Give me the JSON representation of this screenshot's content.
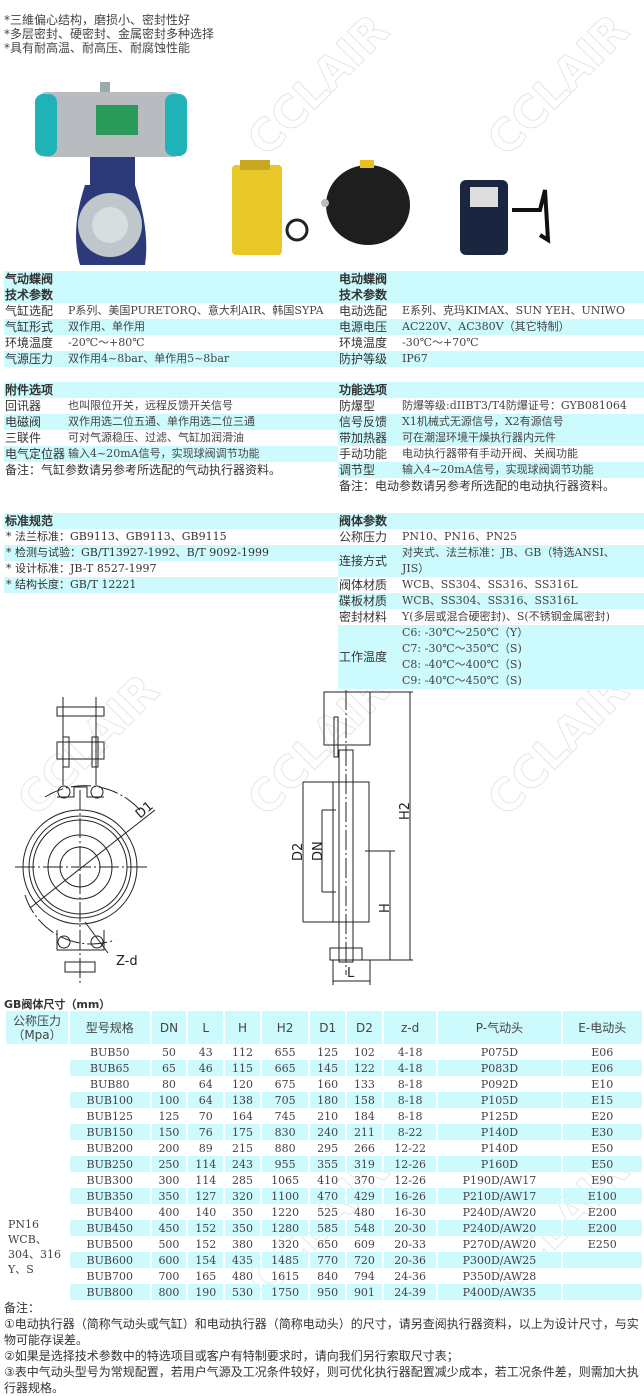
{
  "features": [
    "*三維偏心结构，磨损小、密封性好",
    "*多层密封、硬密封、金属密封多种选择",
    "*具有耐高温、耐高压、耐腐蚀性能"
  ],
  "watermark": "CCLAIR",
  "pneumatic": {
    "title": "气动蝶阀",
    "subtitle": "技术参数",
    "rows": [
      {
        "k": "气缸选配",
        "v": "P系列、美国PURETORQ、意大利AIR、韩国SYPA"
      },
      {
        "k": "气缸形式",
        "v": "双作用、单作用"
      },
      {
        "k": "环境温度",
        "v": "-20℃～+80℃"
      },
      {
        "k": "气源压力",
        "v": "双作用4~8bar、单作用5~8bar"
      }
    ]
  },
  "electric": {
    "title": "电动蝶阀",
    "subtitle": "技术参数",
    "rows": [
      {
        "k": "电动选配",
        "v": "E系列、克玛KIMAX、SUN YEH、UNIWO"
      },
      {
        "k": "电源电压",
        "v": "AC220V、AC380V（其它特制）"
      },
      {
        "k": "环境温度",
        "v": "-30℃～+70℃"
      },
      {
        "k": "防护等级",
        "v": "IP67"
      }
    ]
  },
  "accessories": {
    "title": "附件选项",
    "rows": [
      {
        "k": "回讯器",
        "v": "也叫限位开关，远程反馈开关信号"
      },
      {
        "k": "电磁阀",
        "v": "双作用选二位五通、单作用选二位三通"
      },
      {
        "k": "三联件",
        "v": "可对气源稳压、过滤、气缸加润滑油"
      },
      {
        "k": "电气定位器",
        "v": "输入4~20mA信号，实现球阀调节功能"
      }
    ],
    "note": "备注：气缸参数请另参考所选配的气动执行器资料。"
  },
  "functions": {
    "title": "功能选项",
    "rows": [
      {
        "k": "防爆型",
        "v": "防爆等级:dIIBT3/T4防爆证号：GYB081064"
      },
      {
        "k": "信号反馈",
        "v": "X1机械式无源信号，X2有源信号"
      },
      {
        "k": "带加热器",
        "v": "可在潮湿环境干燥执行器内元件"
      },
      {
        "k": "手动功能",
        "v": "电动执行器带有手动开阀、关阀功能"
      },
      {
        "k": "调节型",
        "v": "输入4~20mA信号，实现球阀调节功能"
      }
    ],
    "note": "备注：电动参数请另参考所选配的电动执行器资料。"
  },
  "standards": {
    "title": "标准规范",
    "items": [
      "* 法兰标准：GB9113、GB9113、GB9115",
      "* 检测与试验：GB/T13927-1992、B/T 9092-1999",
      "* 设计标准：JB-T 8527-1997",
      "* 结构长度：GB/T 12221"
    ]
  },
  "body_params": {
    "title": "阀体参数",
    "rows": [
      {
        "k": "公称压力",
        "v": [
          "PN10、PN16、PN25"
        ]
      },
      {
        "k": "连接方式",
        "v": [
          "对夹式、法兰标准：JB、GB（特选ANSI、",
          "JIS）"
        ]
      },
      {
        "k": "阀体材质",
        "v": [
          "WCB、SS304、SS316、SS316L"
        ]
      },
      {
        "k": "碟板材质",
        "v": [
          "WCB、SS304、SS316、SS316L"
        ]
      },
      {
        "k": "密封材料",
        "v": [
          "Y(多层或混合硬密封)、S(不锈钢金属密封)"
        ]
      },
      {
        "k": "工作温度",
        "v": [
          "C6: -30℃～250℃（Y）",
          "C7: -30℃～350℃（S)",
          "C8: -40℃～400℃（S)",
          "C9: -40℃～450℃（S)"
        ]
      }
    ]
  },
  "drawing_labels": {
    "d1": "D1",
    "zd": "Z-d",
    "d2": "D2",
    "dn": "DN",
    "h": "H",
    "h2": "H2",
    "l": "L"
  },
  "dimensions": {
    "title": "GB阀体尺寸（mm）",
    "headers": [
      "公称压力（Mpa）",
      "型号规格",
      "DN",
      "L",
      "H",
      "H2",
      "D1",
      "D2",
      "z-d",
      "P-气动头",
      "E-电动头"
    ],
    "pressure_lines": [
      "PN16",
      "WCB、",
      "304、316",
      "Y、S"
    ],
    "rows": [
      [
        "BUB50",
        "50",
        "43",
        "112",
        "655",
        "125",
        "102",
        "4-18",
        "P075D",
        "E06"
      ],
      [
        "BUB65",
        "65",
        "46",
        "115",
        "665",
        "145",
        "122",
        "4-18",
        "P083D",
        "E06"
      ],
      [
        "BUB80",
        "80",
        "64",
        "120",
        "675",
        "160",
        "133",
        "8-18",
        "P092D",
        "E10"
      ],
      [
        "BUB100",
        "100",
        "64",
        "138",
        "705",
        "180",
        "158",
        "8-18",
        "P105D",
        "E15"
      ],
      [
        "BUB125",
        "125",
        "70",
        "164",
        "745",
        "210",
        "184",
        "8-18",
        "P125D",
        "E20"
      ],
      [
        "BUB150",
        "150",
        "76",
        "175",
        "830",
        "240",
        "211",
        "8-22",
        "P140D",
        "E30"
      ],
      [
        "BUB200",
        "200",
        "89",
        "215",
        "880",
        "295",
        "266",
        "12-22",
        "P140D",
        "E50"
      ],
      [
        "BUB250",
        "250",
        "114",
        "243",
        "955",
        "355",
        "319",
        "12-26",
        "P160D",
        "E50"
      ],
      [
        "BUB300",
        "300",
        "114",
        "285",
        "1065",
        "410",
        "370",
        "12-26",
        "P190D/AW17",
        "E90"
      ],
      [
        "BUB350",
        "350",
        "127",
        "320",
        "1100",
        "470",
        "429",
        "16-26",
        "P210D/AW17",
        "E100"
      ],
      [
        "BUB400",
        "400",
        "140",
        "350",
        "1220",
        "525",
        "480",
        "16-30",
        "P240D/AW20",
        "E200"
      ],
      [
        "BUB450",
        "450",
        "152",
        "350",
        "1280",
        "585",
        "548",
        "20-30",
        "P240D/AW20",
        "E200"
      ],
      [
        "BUB500",
        "500",
        "152",
        "380",
        "1320",
        "650",
        "609",
        "20-33",
        "P270D/AW20",
        "E250"
      ],
      [
        "BUB600",
        "600",
        "154",
        "435",
        "1485",
        "770",
        "720",
        "20-36",
        "P300D/AW25",
        ""
      ],
      [
        "BUB700",
        "700",
        "165",
        "480",
        "1615",
        "840",
        "794",
        "24-36",
        "P350D/AW28",
        ""
      ],
      [
        "BUB800",
        "800",
        "190",
        "530",
        "1750",
        "950",
        "901",
        "24-39",
        "P400D/AW35",
        ""
      ]
    ]
  },
  "notes": [
    "备注：",
    "①电动执行器（简称气动头或气缸）和电动执行器（简称电动头）的尺寸，请另查阅执行器资料，以上为设计尺寸，与实物可能存误差。",
    "②如果是选择技术参数中的特选项目或客户有特制要求时，请向我们另行索取尺寸表；",
    "③表中气动头型号为常规配置，若用户气源及工况条件较好，则可优化执行器配置减少成本，若工况条件差，则需加大执行器规格。"
  ]
}
